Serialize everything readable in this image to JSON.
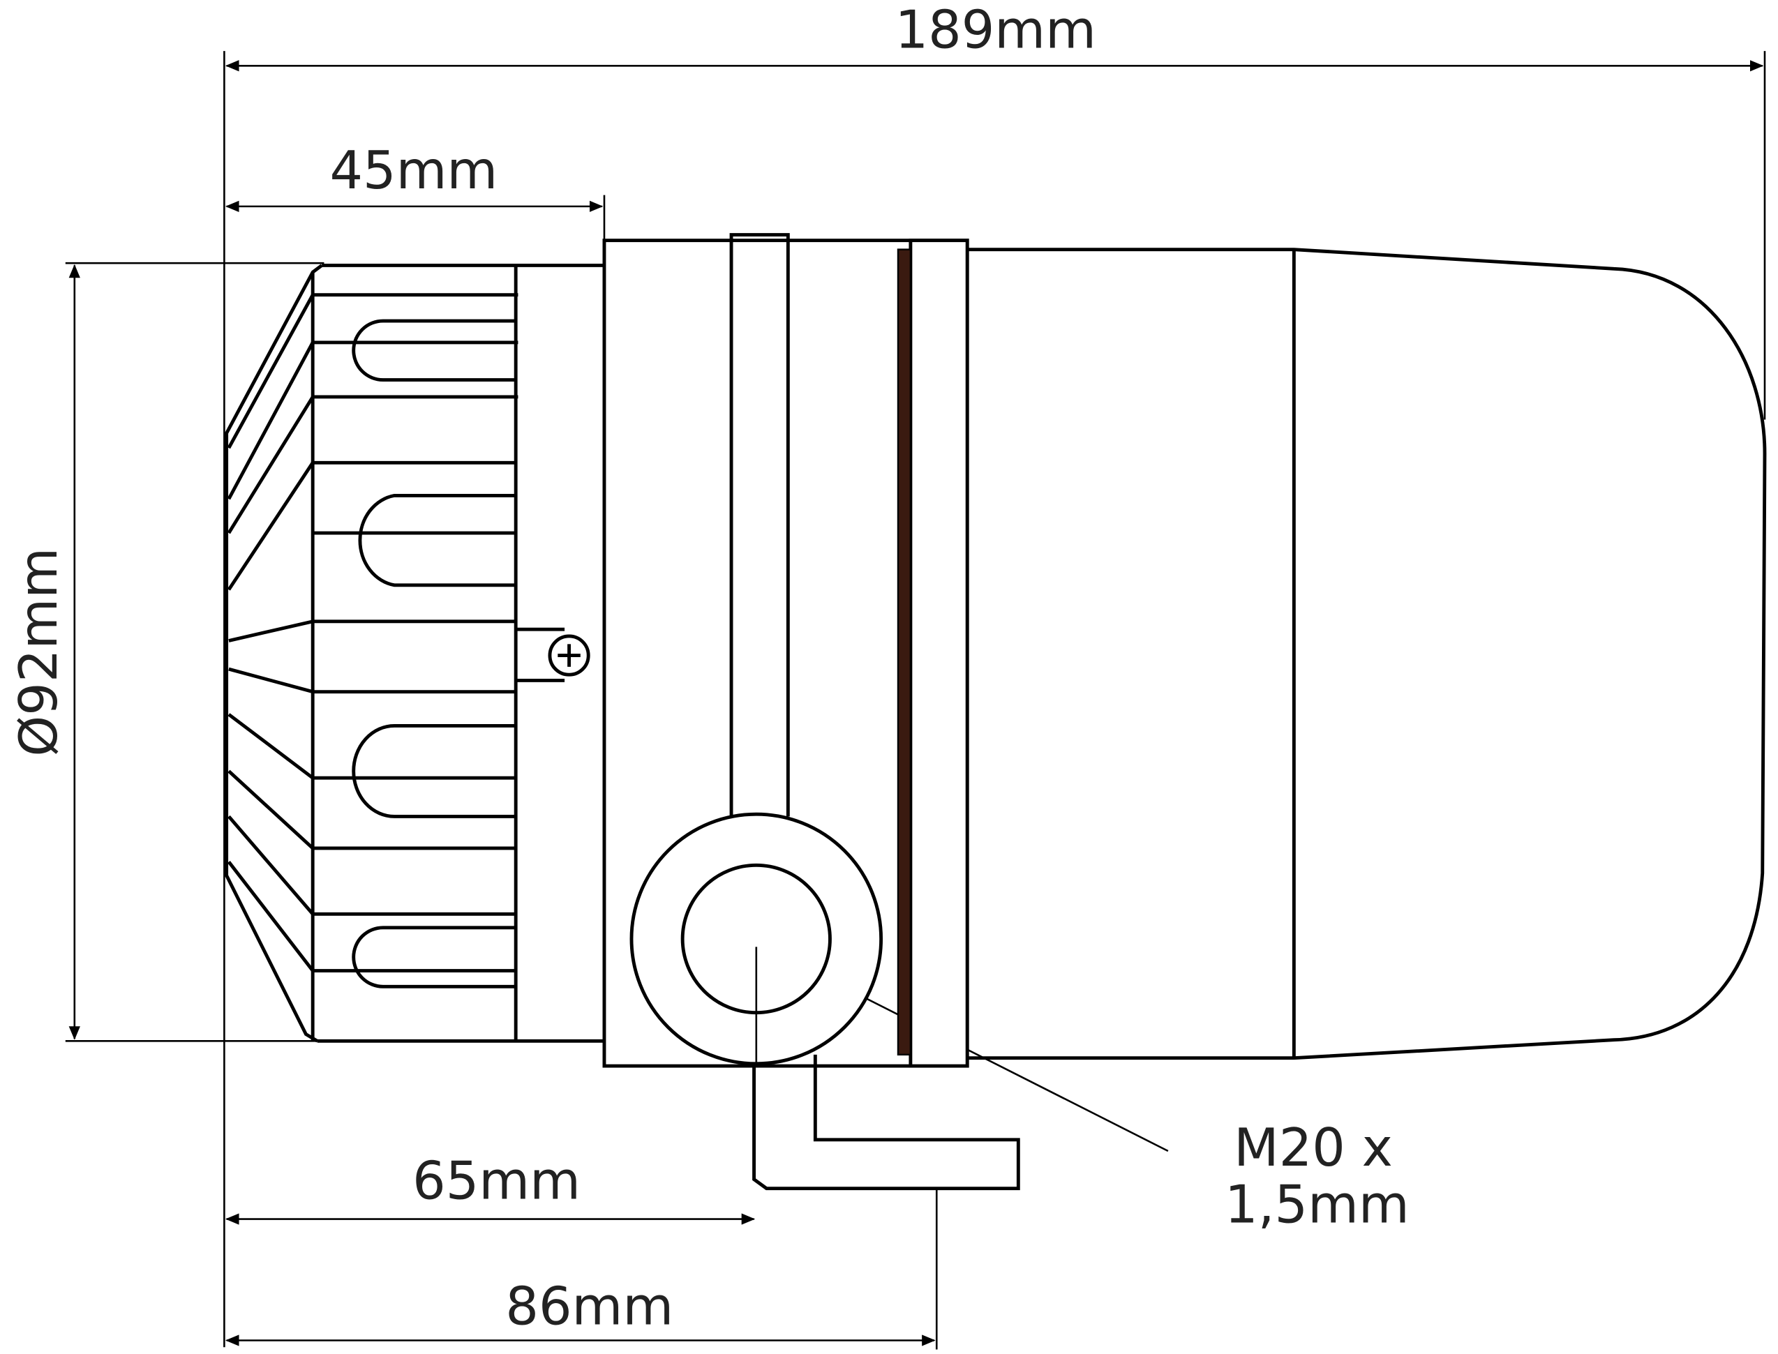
{
  "dimensions": {
    "overall_length": "189mm",
    "cap_length": "45mm",
    "diameter": "Ø92mm",
    "gland_position": "65mm",
    "bracket_position": "86mm"
  },
  "callout": {
    "thread_line1": "M20 x",
    "thread_line2": "1,5mm"
  },
  "colors": {
    "line": "#000000",
    "seal_strip": "#3a1a10"
  }
}
